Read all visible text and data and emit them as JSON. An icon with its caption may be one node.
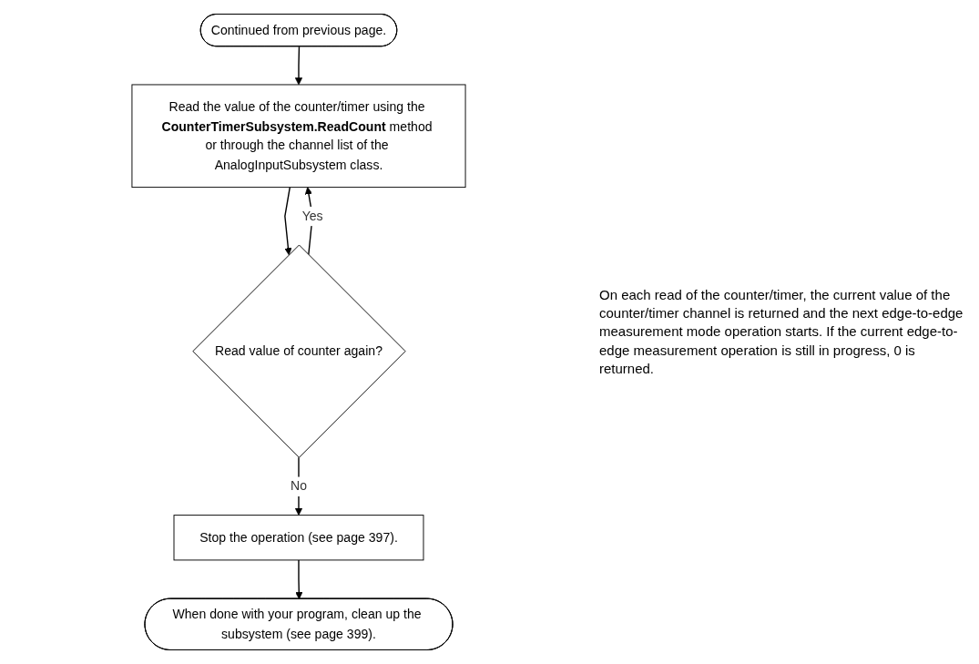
{
  "diagram": {
    "nodes": [
      {
        "text": [
          "Continued from previous page."
        ]
      },
      {
        "text": [
          "Read the value of the counter/timer using the **CounterTimerSubsystem.ReadCount** method or through the channel list of the AnalogInputSubsystem class."
        ]
      },
      {
        "text": [
          "Read value of counter again?"
        ]
      },
      {
        "text": [
          "Stop the operation (see page 397)."
        ]
      },
      {
        "text": [
          "When done with your program, clean up the subsystem (see page 399)."
        ]
      }
    ],
    "edges": [
      {
        "from": 0,
        "to": 1,
        "arrow": "to"
      },
      {
        "from": 1,
        "to": 2,
        "arrow": "to"
      },
      {
        "from": 2,
        "to": 1,
        "arrow": "to",
        "label": "Yes"
      },
      {
        "from": 2,
        "to": 3,
        "arrow": "to",
        "label": "No"
      },
      {
        "from": 3,
        "to": 4,
        "arrow": "to"
      }
    ],
    "labels": [
      "On each read of the counter/timer, the current value of the counter/timer channel is returned and the next edge-to-edge measurement mode operation starts. If the current edge-to-edge measurement operation is still in progress, 0 is returned."
    ]
  }
}
